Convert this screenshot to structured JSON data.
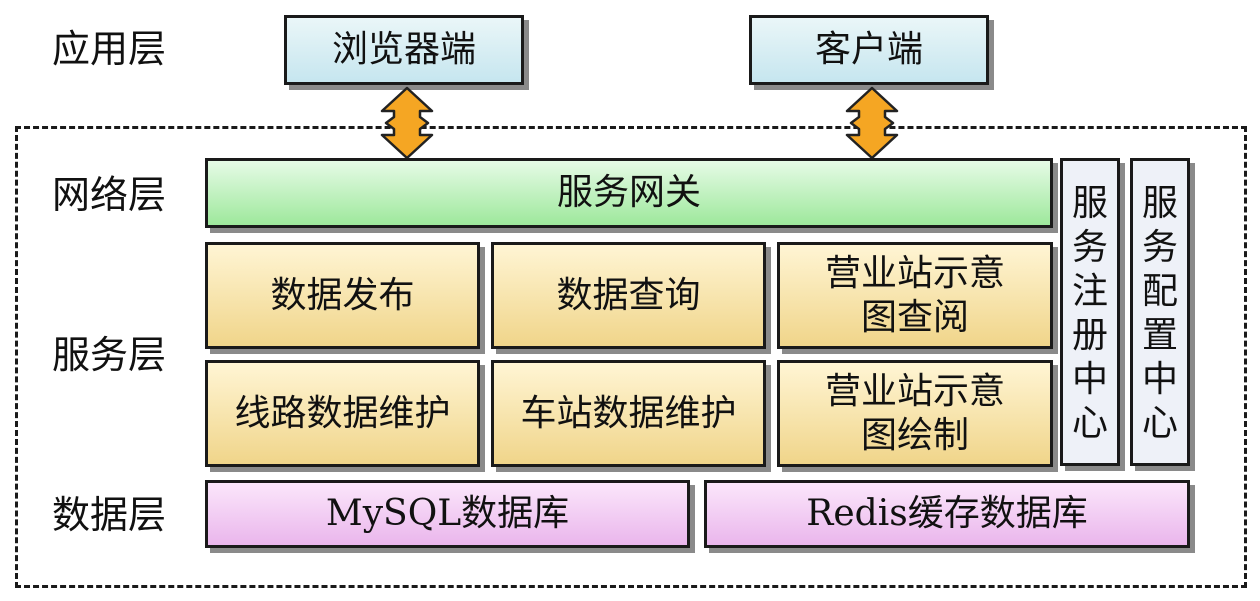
{
  "layers": {
    "application": "应用层",
    "network": "网络层",
    "service": "服务层",
    "data": "数据层"
  },
  "application": {
    "browser": "浏览器端",
    "client": "客户端"
  },
  "network": {
    "gateway": "服务网关"
  },
  "service": {
    "data_publish": "数据发布",
    "data_query": "数据查询",
    "station_diagram_view": "营业站示意图查阅",
    "line_data_maintenance": "线路数据维护",
    "station_data_maintenance": "车站数据维护",
    "station_diagram_draw": "营业站示意图绘制"
  },
  "side": {
    "registry": "服务注册中心",
    "config": "服务配置中心"
  },
  "data": {
    "mysql": "MySQL数据库",
    "redis": "Redis缓存数据库"
  },
  "colors": {
    "arrow_fill": "#f5a623",
    "application_fill": "#d2ecf2",
    "network_fill": "#b9f0b6",
    "service_fill": "#f6e2a6",
    "data_fill": "#f0c8f0",
    "side_fill": "#eef1f8"
  }
}
